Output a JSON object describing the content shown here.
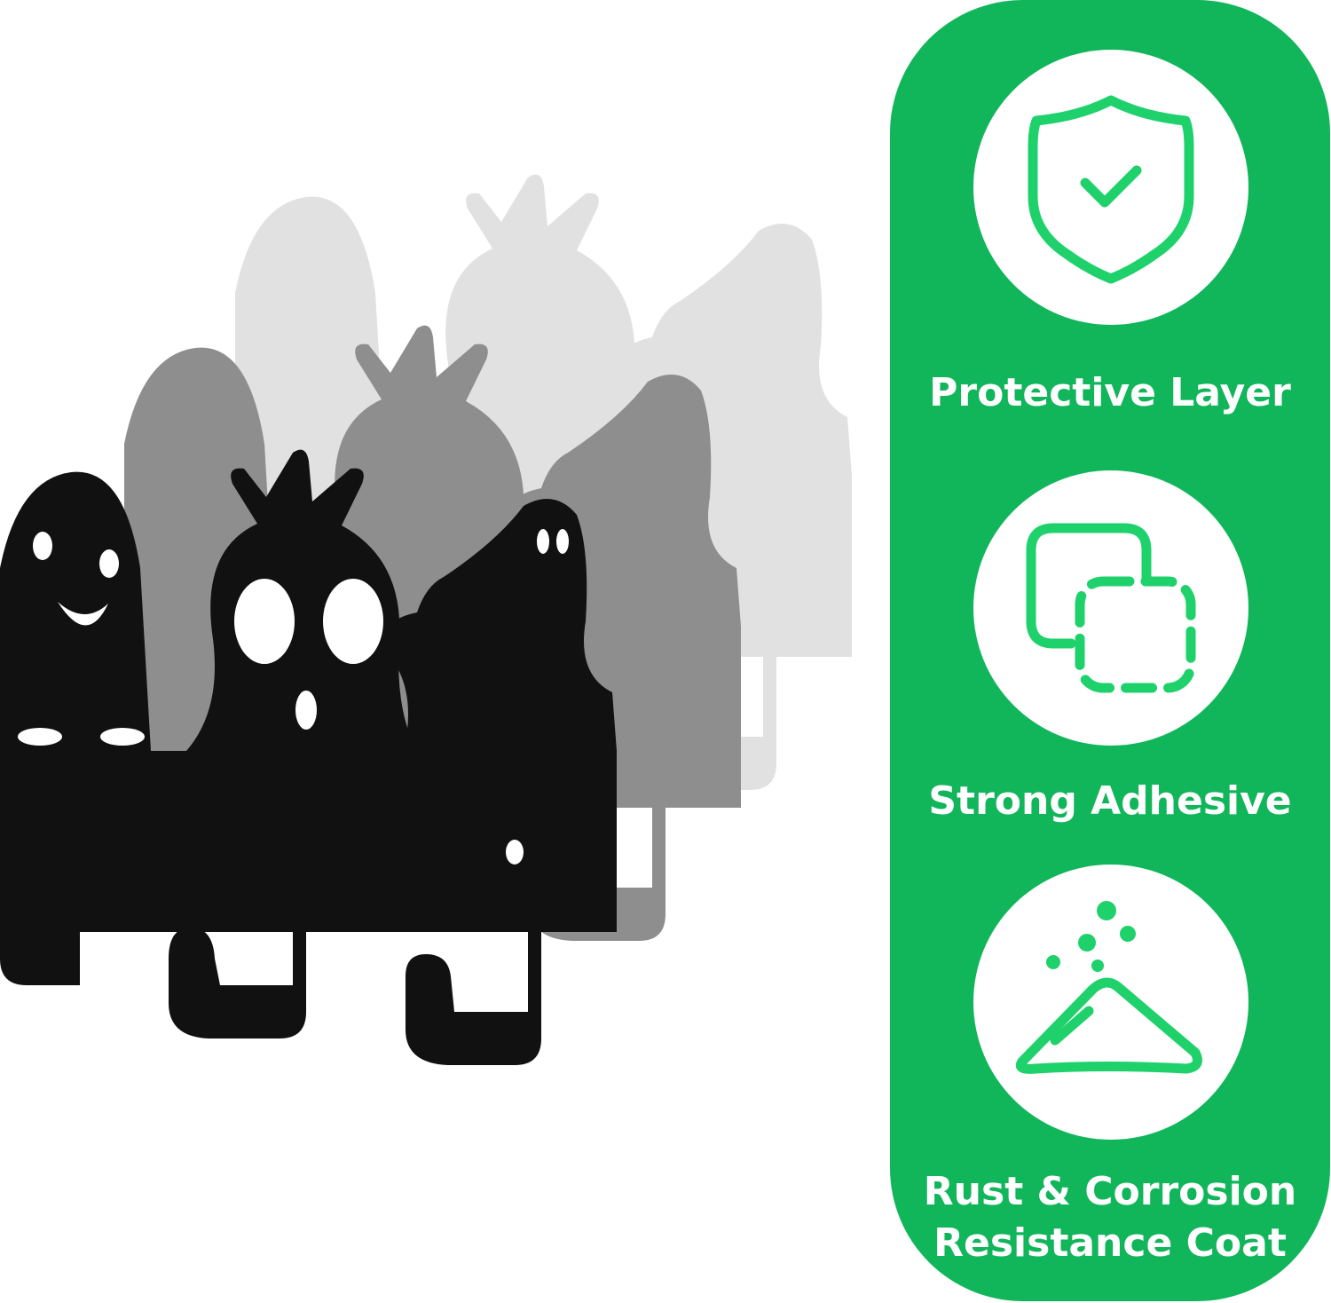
{
  "colors": {
    "panel_green": "#11b55a",
    "icon_green": "#1fd16b",
    "hook_black": "#111111",
    "shadow_mid": "#8e8e8e",
    "shadow_light": "#e1e1e1"
  },
  "features": [
    {
      "icon": "shield-check-icon",
      "label": "Protective Layer"
    },
    {
      "icon": "overlapping-squares-icon",
      "label": "Strong Adhesive"
    },
    {
      "icon": "particles-on-surface-icon",
      "label_lines": [
        "Rust & Corrosion",
        "Resistance Coat"
      ]
    }
  ]
}
